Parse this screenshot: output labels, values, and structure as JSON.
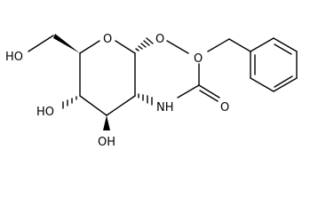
{
  "molecule": {
    "labels": {
      "ring_oxygen": "O",
      "anomeric_oxygen": "O",
      "hydroxymethyl": "HO",
      "hydroxyl_c4": "HO",
      "hydroxyl_c3": "OH",
      "amide_nh": "NH",
      "carbamate_carbonyl_oxygen": "O",
      "carbamate_ester_oxygen": "O"
    }
  }
}
